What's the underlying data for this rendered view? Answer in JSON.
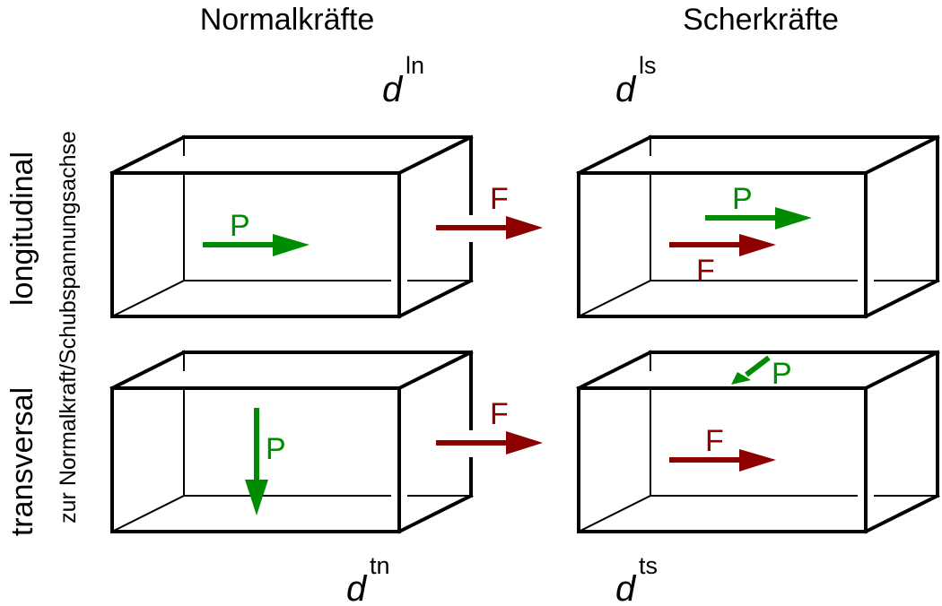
{
  "columns": {
    "normal": "Normalkräfte",
    "shear": "Scherkräfte"
  },
  "rows": {
    "longitudinal": "longitudinal",
    "transversal": "transversal",
    "axis_note": "zur Normalkraft/Schubspannungsachse"
  },
  "labels": {
    "d": "d",
    "ln": "ln",
    "ls": "ls",
    "tn": "tn",
    "ts": "ts",
    "P": "P",
    "F": "F"
  },
  "colors": {
    "P_arrow": "#008c00",
    "F_arrow": "#8c0000",
    "box": "#000000"
  }
}
